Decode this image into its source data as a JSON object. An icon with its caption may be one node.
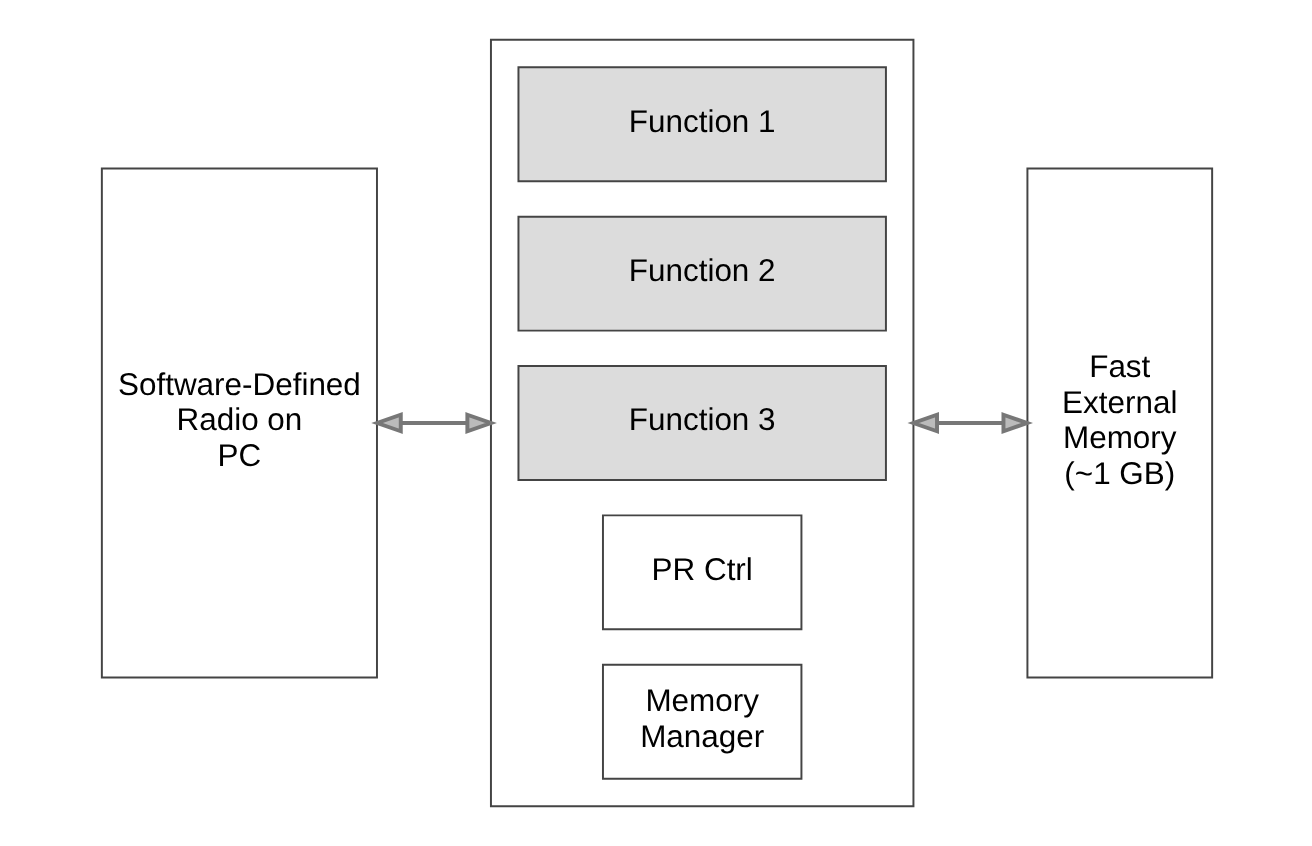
{
  "diagram": {
    "nodes": [
      {
        "text": [
          "Software-Defined Radio on PC"
        ]
      },
      {
        "text": [],
        "shape": "box"
      },
      {
        "text": [
          "Function 1"
        ],
        "in": 1
      },
      {
        "text": [
          "Function 2"
        ],
        "in": 1
      },
      {
        "text": [
          "Function 3"
        ],
        "in": 1
      },
      {
        "text": [
          "PR Ctrl"
        ],
        "in": 1
      },
      {
        "text": [
          "Memory Manager"
        ],
        "in": 1
      },
      {
        "text": [
          "Fast External Memory (~1 GB)"
        ]
      }
    ],
    "edges": [
      {
        "from": 0,
        "to": 1,
        "arrow": "both"
      },
      {
        "from": 1,
        "to": 7,
        "arrow": "both"
      }
    ]
  }
}
